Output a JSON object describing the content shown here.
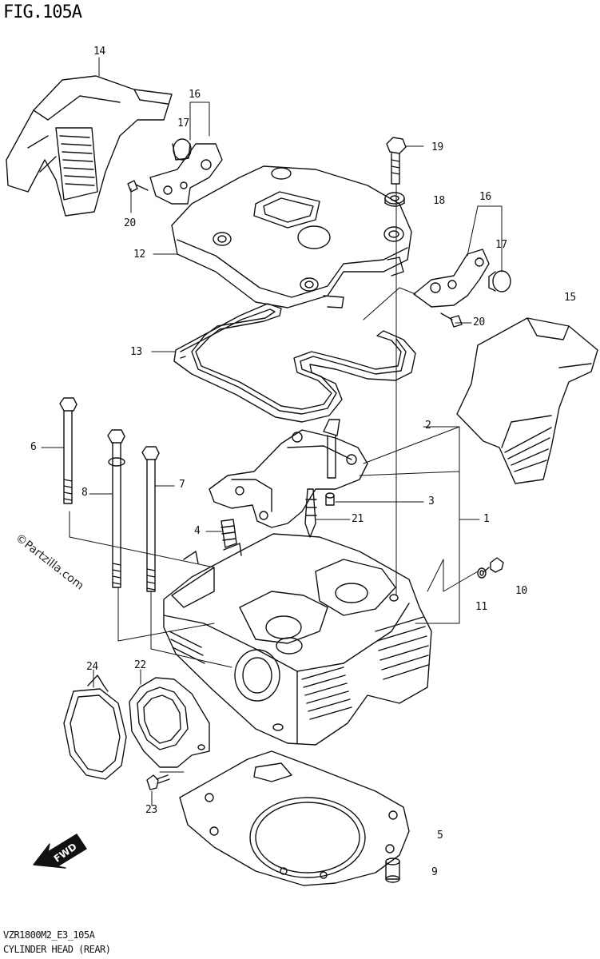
{
  "title": "FIG.105A",
  "watermark": "©Partzilla.com",
  "fwd_label": "FWD",
  "footer": {
    "code": "VZR1800M2_E3_105A",
    "caption": "CYLINDER HEAD (REAR)"
  },
  "callouts": {
    "c1": "1",
    "c2": "2",
    "c3": "3",
    "c4": "4",
    "c5": "5",
    "c6": "6",
    "c7": "7",
    "c8": "8",
    "c9": "9",
    "c10": "10",
    "c11": "11",
    "c12": "12",
    "c13": "13",
    "c14": "14",
    "c15": "15",
    "c16a": "16",
    "c16b": "16",
    "c17a": "17",
    "c17b": "17",
    "c18": "18",
    "c19": "19",
    "c20a": "20",
    "c20b": "20",
    "c21": "21",
    "c22": "22",
    "c23": "23",
    "c24": "24"
  },
  "colors": {
    "line": "#111111",
    "background": "#ffffff"
  }
}
